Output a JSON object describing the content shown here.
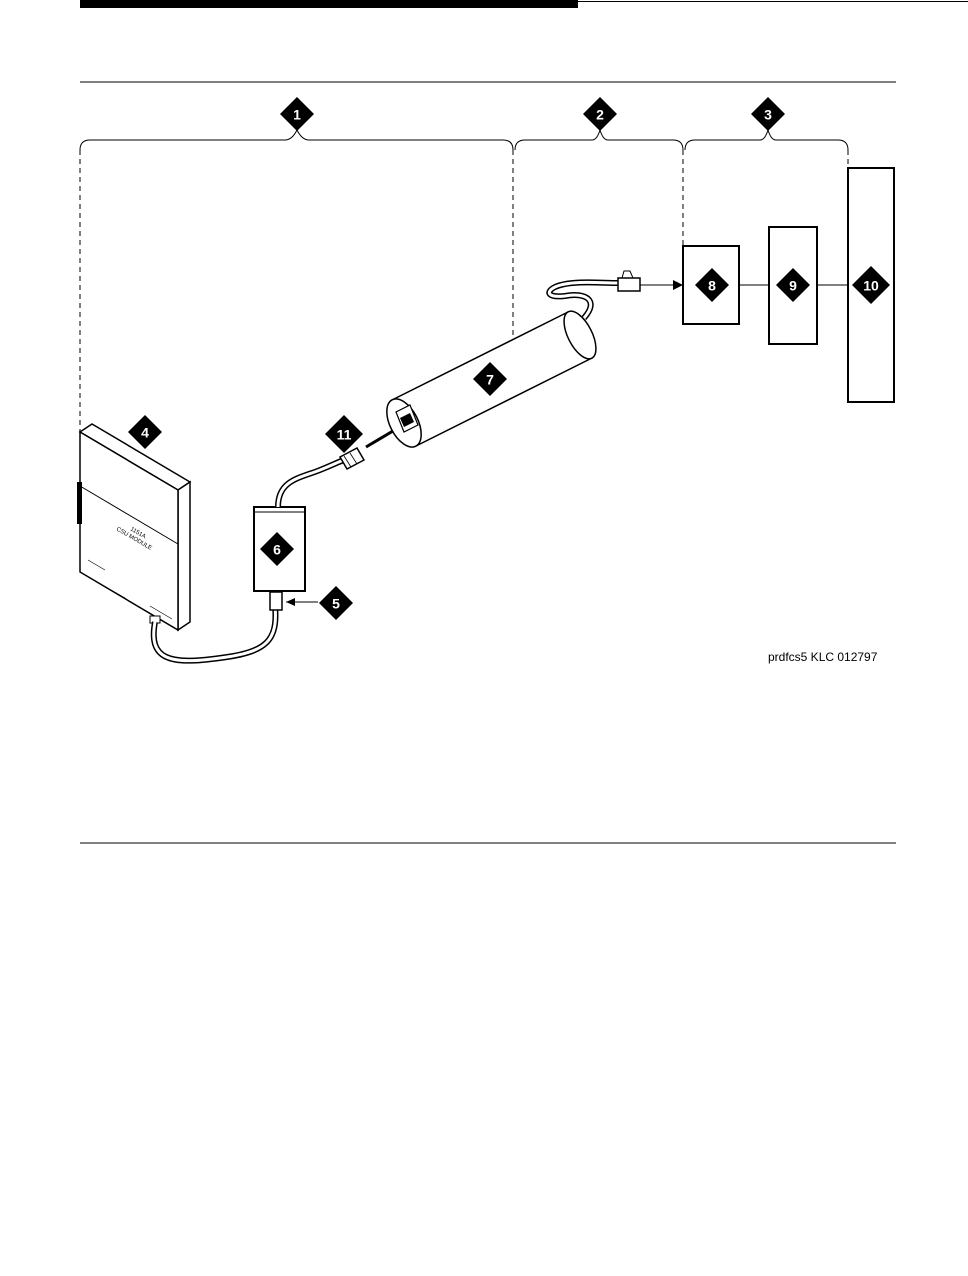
{
  "figure": {
    "caption": "prdfcs5 KLC 012797",
    "callouts": [
      "1",
      "2",
      "3",
      "4",
      "5",
      "6",
      "7",
      "8",
      "9",
      "10",
      "11"
    ],
    "module_label": {
      "line1": "1151A",
      "line2": "CSU MODULE"
    },
    "colors": {
      "ink": "#000000",
      "paper": "#ffffff",
      "gray": "#d8d8d8"
    }
  }
}
